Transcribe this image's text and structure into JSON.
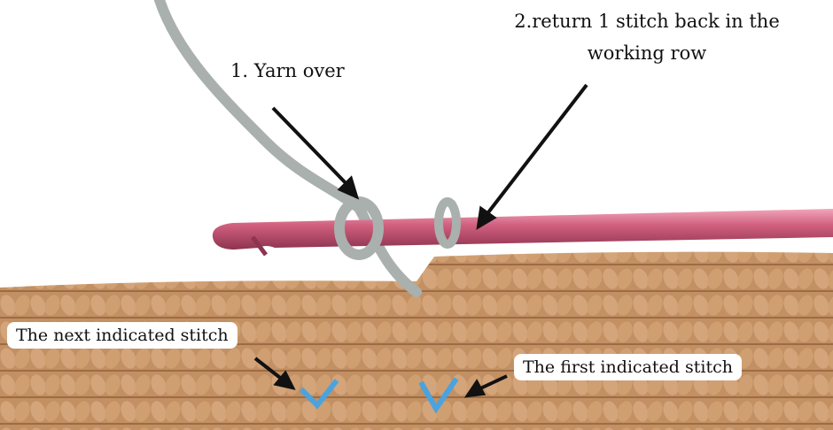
{
  "annotations": {
    "step1": "1. Yarn over",
    "step2_line1": "2.return 1 stitch back in the",
    "step2_line2": "working row",
    "next_stitch": "The next indicated stitch",
    "first_stitch": "The first indicated stitch"
  },
  "colors": {
    "fabric": "#c39063",
    "hook": "#d0607e",
    "yarn": "#a9b0ad",
    "stitch_marker": "#4aa3df"
  }
}
